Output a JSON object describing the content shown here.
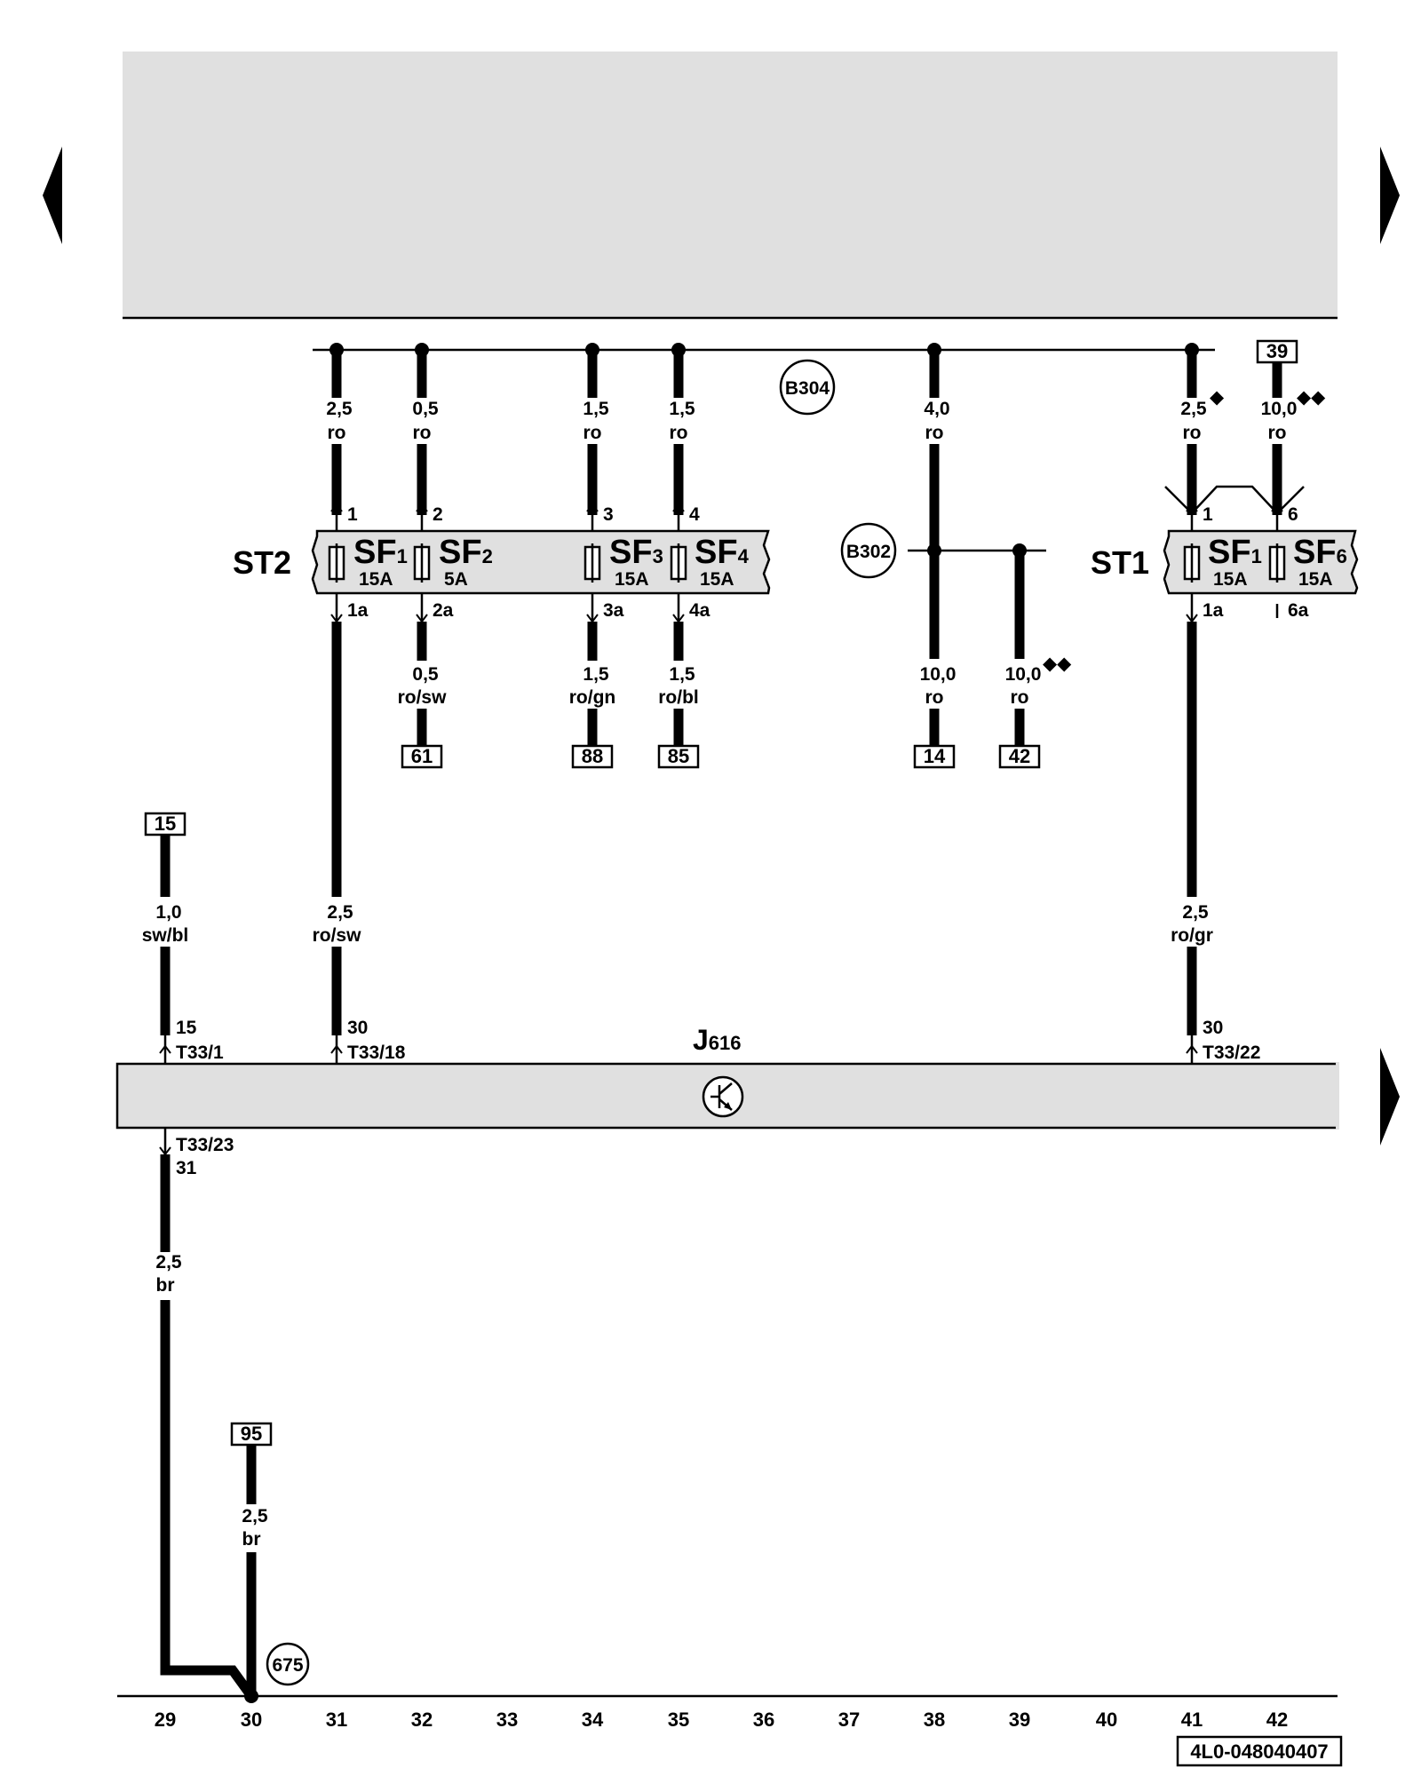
{
  "navigation": {
    "prev_icon": "triangle-left-icon",
    "next_icon": "triangle-right-icon",
    "next_lower_icon": "triangle-right-icon"
  },
  "ground_points": {
    "b304": "B304",
    "b302": "B302",
    "g675": "675"
  },
  "fuse_holders": {
    "st2": {
      "name": "ST2",
      "fuses": [
        {
          "id": "sf1",
          "letters": "SF",
          "index": "1",
          "rating": "15A",
          "in_pin": "1",
          "out_pin": "1a"
        },
        {
          "id": "sf2",
          "letters": "SF",
          "index": "2",
          "rating": "5A",
          "in_pin": "2",
          "out_pin": "2a"
        },
        {
          "id": "sf3",
          "letters": "SF",
          "index": "3",
          "rating": "15A",
          "in_pin": "3",
          "out_pin": "3a"
        },
        {
          "id": "sf4",
          "letters": "SF",
          "index": "4",
          "rating": "15A",
          "in_pin": "4",
          "out_pin": "4a"
        }
      ]
    },
    "st1": {
      "name": "ST1",
      "fuses": [
        {
          "id": "sf1",
          "letters": "SF",
          "index": "1",
          "rating": "15A",
          "in_pin": "1",
          "out_pin": "1a"
        },
        {
          "id": "sf6",
          "letters": "SF",
          "index": "6",
          "rating": "15A",
          "in_pin": "6",
          "out_pin": "6a"
        }
      ]
    }
  },
  "wires": {
    "w31_top": {
      "size": "2,5",
      "color": "ro"
    },
    "w32_top": {
      "size": "0,5",
      "color": "ro"
    },
    "w34_top": {
      "size": "1,5",
      "color": "ro"
    },
    "w35_top": {
      "size": "1,5",
      "color": "ro"
    },
    "w38_top": {
      "size": "4,0",
      "color": "ro"
    },
    "w41_top": {
      "size": "2,5",
      "color": "ro",
      "mark": "◆"
    },
    "w42_top": {
      "size": "10,0",
      "color": "ro",
      "mark": "◆◆"
    },
    "w32_bot": {
      "size": "0,5",
      "color": "ro/sw"
    },
    "w34_bot": {
      "size": "1,5",
      "color": "ro/gn"
    },
    "w35_bot": {
      "size": "1,5",
      "color": "ro/bl"
    },
    "w38_bot": {
      "size": "10,0",
      "color": "ro"
    },
    "w39_bot": {
      "size": "10,0",
      "color": "ro",
      "mark": "◆◆"
    },
    "w29_mid": {
      "size": "1,0",
      "color": "sw/bl"
    },
    "w31_mid": {
      "size": "2,5",
      "color": "ro/sw"
    },
    "w41_mid": {
      "size": "2,5",
      "color": "ro/gr"
    },
    "w29_low": {
      "size": "2,5",
      "color": "br"
    },
    "w30_low": {
      "size": "2,5",
      "color": "br"
    }
  },
  "references": {
    "r39": "39",
    "r61": "61",
    "r88": "88",
    "r85": "85",
    "r14": "14",
    "r42": "42",
    "r15": "15",
    "r95": "95"
  },
  "control_unit": {
    "name": "J",
    "index": "616",
    "symbol_icon": "transistor-symbol-icon",
    "pins": [
      {
        "id": "p1",
        "terminal": "15",
        "connector": "T33/1"
      },
      {
        "id": "p18",
        "terminal": "30",
        "connector": "T33/18"
      },
      {
        "id": "p22",
        "terminal": "30",
        "connector": "T33/22"
      },
      {
        "id": "p23",
        "terminal": "31",
        "connector": "T33/23"
      }
    ]
  },
  "scale": [
    "29",
    "30",
    "31",
    "32",
    "33",
    "34",
    "35",
    "36",
    "37",
    "38",
    "39",
    "40",
    "41",
    "42"
  ],
  "diagram_id": "4L0-048040407"
}
